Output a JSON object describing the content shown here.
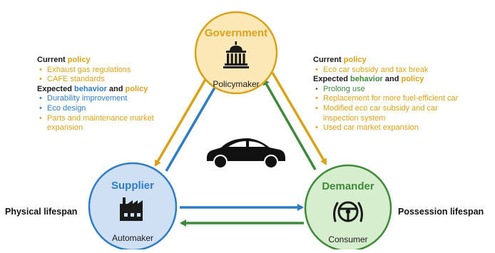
{
  "nodes": {
    "government": {
      "title": "Government",
      "subtitle": "Policymaker"
    },
    "supplier": {
      "title": "Supplier",
      "subtitle": "Automaker"
    },
    "demander": {
      "title": "Demander",
      "subtitle": "Consumer"
    }
  },
  "left_block": {
    "current_prefix": "Current",
    "current_word": "policy",
    "current_items": [
      "Exhaust gas regulations",
      "CAFE standards"
    ],
    "expected_prefix": "Expected",
    "expected_word1": "behavior",
    "expected_and": "and",
    "expected_word2": "policy",
    "behavior_items": [
      "Durability improvement",
      "Eco design"
    ],
    "policy_items": [
      "Parts and maintenance market",
      "expansion"
    ]
  },
  "right_block": {
    "current_prefix": "Current",
    "current_word": "policy",
    "current_items": [
      "Eco car subsidy and tax break"
    ],
    "expected_prefix": "Expected",
    "expected_word1": "behavior",
    "expected_and": "and",
    "expected_word2": "policy",
    "behavior_items": [
      "Prolong use"
    ],
    "policy_items": [
      "Replacement for more fuel-efficient car",
      "Modified eco car subsidy and car",
      "inspection system",
      "Used car market expansion"
    ]
  },
  "side_labels": {
    "left": "Physical lifespan",
    "right": "Possession lifespan"
  },
  "icons": {
    "government": "government-building-icon",
    "supplier": "factory-icon",
    "demander": "steering-wheel-icon",
    "center": "car-icon"
  },
  "colors": {
    "government": "#d9a21b",
    "supplier": "#2e7cc4",
    "demander": "#3e8a3a",
    "government_fill": "#fbe8b6",
    "supplier_fill": "#cfe0f4",
    "demander_fill": "#d6edce"
  }
}
